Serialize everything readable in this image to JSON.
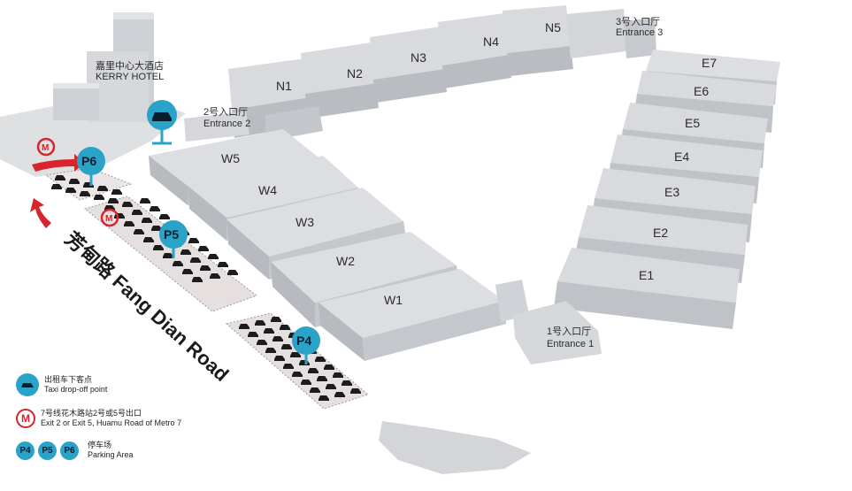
{
  "halls": {
    "N1": "N1",
    "N2": "N2",
    "N3": "N3",
    "N4": "N4",
    "N5": "N5",
    "E1": "E1",
    "E2": "E2",
    "E3": "E3",
    "E4": "E4",
    "E5": "E5",
    "E6": "E6",
    "E7": "E7",
    "W1": "W1",
    "W2": "W2",
    "W3": "W3",
    "W4": "W4",
    "W5": "W5"
  },
  "entrances": {
    "e1_cn": "1号入口厅",
    "e1_en": "Entrance 1",
    "e2_cn": "2号入口厅",
    "e2_en": "Entrance 2",
    "e3_cn": "3号入口厅",
    "e3_en": "Entrance 3"
  },
  "hotel": {
    "cn": "嘉里中心大酒店",
    "en": "KERRY HOTEL"
  },
  "road": {
    "label": "芳甸路 Fang Dian Road"
  },
  "parking": {
    "p4": "P4",
    "p5": "P5",
    "p6": "P6"
  },
  "legend": {
    "taxi_cn": "出租车下客点",
    "taxi_en": "Taxi drop-off point",
    "metro_cn": "7号线花木路站2号或5号出口",
    "metro_en": "Exit 2 or Exit 5, Huamu Road of Metro 7",
    "parking_cn": "停车场",
    "parking_en": "Parking Area",
    "p4": "P4",
    "p5": "P5",
    "p6": "P6"
  },
  "colors": {
    "pin": "#2ba3c9",
    "metro": "#d8242c",
    "building": "#c9cbcf",
    "lot": "#e6dfe0"
  },
  "icons": [
    "taxi-icon",
    "metro-icon",
    "parking-pin-icon",
    "car-icon",
    "arrow-icon"
  ]
}
